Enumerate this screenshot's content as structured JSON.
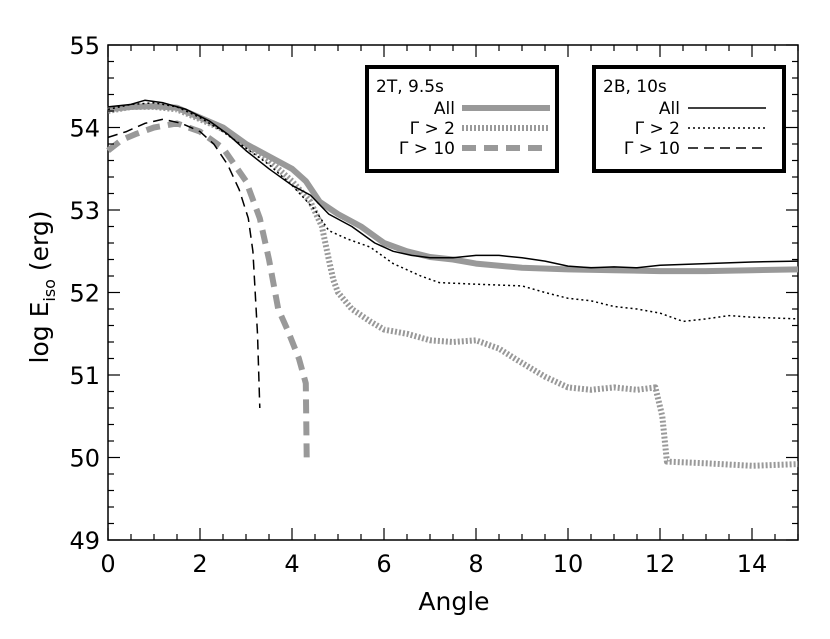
{
  "chart_data": {
    "type": "line",
    "xlabel": "Angle",
    "ylabel": "log E",
    "ylabel_subscript": "iso",
    "ylabel_unit": " (erg)",
    "xlim": [
      0,
      15
    ],
    "ylim": [
      49,
      55
    ],
    "xticks": [
      0,
      2,
      4,
      6,
      8,
      10,
      12,
      14
    ],
    "yticks": [
      49,
      50,
      51,
      52,
      53,
      54,
      55
    ],
    "grid": false,
    "colors": {
      "grey": "#999999",
      "black": "#000000"
    },
    "legends": [
      {
        "title": "2T, 9.5s",
        "position": "top-center",
        "entries": [
          "All",
          "Γ > 2",
          "Γ > 10"
        ]
      },
      {
        "title": "2B, 10s",
        "position": "top-right",
        "entries": [
          "All",
          "Γ > 2",
          "Γ > 10"
        ]
      }
    ],
    "series": [
      {
        "name": "All",
        "group": "2T, 9.5s",
        "color": "#999999",
        "style": "thick-solid",
        "points": [
          [
            0,
            54.22
          ],
          [
            0.5,
            54.25
          ],
          [
            1,
            54.26
          ],
          [
            1.5,
            54.24
          ],
          [
            2,
            54.12
          ],
          [
            2.5,
            54.0
          ],
          [
            3,
            53.8
          ],
          [
            3.5,
            53.65
          ],
          [
            4,
            53.5
          ],
          [
            4.3,
            53.35
          ],
          [
            4.6,
            53.1
          ],
          [
            5,
            52.95
          ],
          [
            5.5,
            52.8
          ],
          [
            6,
            52.6
          ],
          [
            6.5,
            52.5
          ],
          [
            7,
            52.43
          ],
          [
            7.5,
            52.4
          ],
          [
            8,
            52.35
          ],
          [
            9,
            52.3
          ],
          [
            10,
            52.28
          ],
          [
            11,
            52.27
          ],
          [
            12,
            52.26
          ],
          [
            13,
            52.26
          ],
          [
            14,
            52.27
          ],
          [
            15,
            52.28
          ]
        ]
      },
      {
        "name": "Γ > 2",
        "group": "2T, 9.5s",
        "color": "#999999",
        "style": "thick-dotted",
        "points": [
          [
            0,
            54.2
          ],
          [
            0.5,
            54.25
          ],
          [
            1,
            54.25
          ],
          [
            1.5,
            54.22
          ],
          [
            2,
            54.1
          ],
          [
            2.5,
            53.98
          ],
          [
            3,
            53.78
          ],
          [
            3.5,
            53.6
          ],
          [
            4,
            53.35
          ],
          [
            4.4,
            53.1
          ],
          [
            4.65,
            52.8
          ],
          [
            4.8,
            52.4
          ],
          [
            4.9,
            52.15
          ],
          [
            5,
            52.0
          ],
          [
            5.3,
            51.8
          ],
          [
            5.7,
            51.65
          ],
          [
            6,
            51.55
          ],
          [
            6.5,
            51.5
          ],
          [
            7,
            51.42
          ],
          [
            7.5,
            51.4
          ],
          [
            8,
            51.42
          ],
          [
            8.5,
            51.32
          ],
          [
            8.9,
            51.18
          ],
          [
            9.5,
            50.98
          ],
          [
            10,
            50.85
          ],
          [
            10.5,
            50.82
          ],
          [
            11,
            50.85
          ],
          [
            11.5,
            50.82
          ],
          [
            11.9,
            50.85
          ],
          [
            12.05,
            50.5
          ],
          [
            12.15,
            49.95
          ],
          [
            13,
            49.93
          ],
          [
            14,
            49.9
          ],
          [
            15,
            49.92
          ]
        ]
      },
      {
        "name": "Γ > 10",
        "group": "2T, 9.5s",
        "color": "#999999",
        "style": "thick-dashed",
        "points": [
          [
            0,
            53.72
          ],
          [
            0.3,
            53.85
          ],
          [
            0.6,
            53.92
          ],
          [
            1,
            54.0
          ],
          [
            1.5,
            54.05
          ],
          [
            2,
            53.95
          ],
          [
            2.5,
            53.75
          ],
          [
            3,
            53.35
          ],
          [
            3.3,
            52.9
          ],
          [
            3.5,
            52.4
          ],
          [
            3.7,
            51.8
          ],
          [
            3.9,
            51.55
          ],
          [
            4.15,
            51.2
          ],
          [
            4.3,
            50.9
          ],
          [
            4.32,
            50.0
          ]
        ]
      },
      {
        "name": "All",
        "group": "2B, 10s",
        "color": "#000000",
        "style": "thin-solid",
        "points": [
          [
            0,
            54.25
          ],
          [
            0.5,
            54.28
          ],
          [
            0.8,
            54.33
          ],
          [
            1.2,
            54.3
          ],
          [
            1.7,
            54.22
          ],
          [
            2.2,
            54.08
          ],
          [
            2.6,
            53.92
          ],
          [
            3,
            53.72
          ],
          [
            3.5,
            53.5
          ],
          [
            4,
            53.3
          ],
          [
            4.4,
            53.18
          ],
          [
            4.8,
            52.95
          ],
          [
            5.3,
            52.8
          ],
          [
            5.8,
            52.6
          ],
          [
            6.2,
            52.5
          ],
          [
            6.6,
            52.45
          ],
          [
            7,
            52.42
          ],
          [
            7.5,
            52.42
          ],
          [
            8,
            52.45
          ],
          [
            8.5,
            52.45
          ],
          [
            9,
            52.42
          ],
          [
            9.5,
            52.38
          ],
          [
            10,
            52.32
          ],
          [
            10.5,
            52.3
          ],
          [
            11,
            52.31
          ],
          [
            11.5,
            52.3
          ],
          [
            12,
            52.33
          ],
          [
            13,
            52.35
          ],
          [
            14,
            52.37
          ],
          [
            15,
            52.38
          ]
        ]
      },
      {
        "name": "Γ > 2",
        "group": "2B, 10s",
        "color": "#000000",
        "style": "thin-dotted",
        "points": [
          [
            0,
            54.22
          ],
          [
            0.5,
            54.28
          ],
          [
            1,
            54.3
          ],
          [
            1.5,
            54.25
          ],
          [
            2,
            54.12
          ],
          [
            2.5,
            53.95
          ],
          [
            3,
            53.75
          ],
          [
            3.5,
            53.55
          ],
          [
            4,
            53.3
          ],
          [
            4.5,
            53.0
          ],
          [
            4.8,
            52.75
          ],
          [
            5.2,
            52.65
          ],
          [
            5.7,
            52.55
          ],
          [
            6.2,
            52.35
          ],
          [
            6.8,
            52.2
          ],
          [
            7.2,
            52.12
          ],
          [
            8,
            52.1
          ],
          [
            9,
            52.08
          ],
          [
            9.5,
            52.0
          ],
          [
            10,
            51.93
          ],
          [
            10.5,
            51.9
          ],
          [
            11,
            51.83
          ],
          [
            11.5,
            51.8
          ],
          [
            12,
            51.75
          ],
          [
            12.5,
            51.65
          ],
          [
            13,
            51.68
          ],
          [
            13.5,
            51.72
          ],
          [
            14,
            51.7
          ],
          [
            15,
            51.68
          ]
        ]
      },
      {
        "name": "Γ > 10",
        "group": "2B, 10s",
        "color": "#000000",
        "style": "thin-dashed",
        "points": [
          [
            0,
            53.88
          ],
          [
            0.4,
            53.95
          ],
          [
            0.8,
            54.05
          ],
          [
            1.2,
            54.1
          ],
          [
            1.6,
            54.05
          ],
          [
            2,
            53.95
          ],
          [
            2.3,
            53.8
          ],
          [
            2.6,
            53.55
          ],
          [
            2.85,
            53.25
          ],
          [
            3.05,
            52.9
          ],
          [
            3.15,
            52.5
          ],
          [
            3.2,
            52.0
          ],
          [
            3.25,
            51.5
          ],
          [
            3.3,
            50.6
          ]
        ]
      }
    ]
  }
}
